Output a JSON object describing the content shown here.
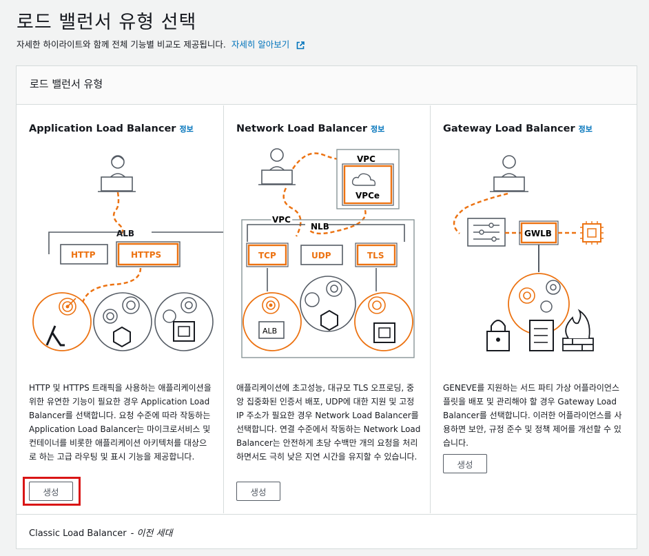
{
  "header": {
    "title": "로드 밸런서 유형 선택",
    "subtitle": "자세한 하이라이트와 함께 전체 기능별 비교도 제공됩니다.",
    "learn_more": "자세히 알아보기"
  },
  "panel": {
    "title": "로드 밸런서 유형"
  },
  "cards": [
    {
      "title": "Application Load Balancer",
      "info": "정보",
      "diagram_labels": {
        "alb": "ALB",
        "http": "HTTP",
        "https": "HTTPS"
      },
      "description": "HTTP 및 HTTPS 트래픽을 사용하는 애플리케이션을 위한 유연한 기능이 필요한 경우 Application Load Balancer를 선택합니다. 요청 수준에 따라 작동하는 Application Load Balancer는 마이크로서비스 및 컨테이너를 비롯한 애플리케이션 아키텍처를 대상으로 하는 고급 라우팅 및 표시 기능을 제공합니다.",
      "button": "생성"
    },
    {
      "title": "Network Load Balancer",
      "info": "정보",
      "diagram_labels": {
        "vpc_top": "VPC",
        "vpce": "VPCe",
        "vpc": "VPC",
        "nlb": "NLB",
        "tcp": "TCP",
        "udp": "UDP",
        "tls": "TLS",
        "alb": "ALB"
      },
      "description": "애플리케이션에 초고성능, 대규모 TLS 오프로딩, 중앙 집중화된 인증서 배포, UDP에 대한 지원 및 고정 IP 주소가 필요한 경우 Network Load Balancer를 선택합니다. 연결 수준에서 작동하는 Network Load Balancer는 안전하게 초당 수백만 개의 요청을 처리하면서도 극히 낮은 지연 시간을 유지할 수 있습니다.",
      "button": "생성"
    },
    {
      "title": "Gateway Load Balancer",
      "info": "정보",
      "diagram_labels": {
        "gwlb": "GWLB"
      },
      "description": "GENEVE를 지원하는 서드 파티 가상 어플라이언스 플릿을 배포 및 관리해야 할 경우 Gateway Load Balancer를 선택합니다. 이러한 어플라이언스를 사용하면 보안, 규정 준수 및 정책 제어를 개선할 수 있습니다.",
      "button": "생성"
    }
  ],
  "classic": {
    "label": "Classic Load Balancer",
    "state": "- 이전 세대"
  },
  "colors": {
    "accent": "#ec7211",
    "link": "#0073bb",
    "highlight": "#d91515"
  }
}
